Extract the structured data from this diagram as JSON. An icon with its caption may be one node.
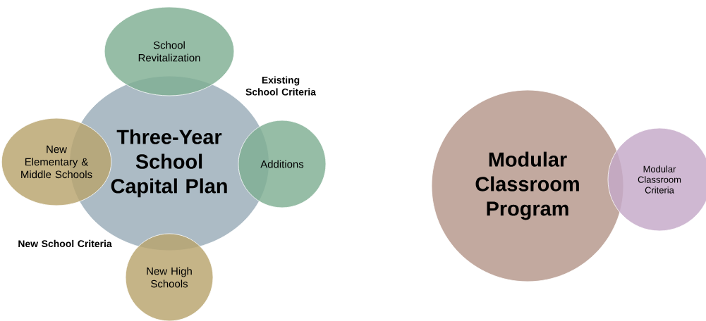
{
  "diagram": {
    "nodes": [
      {
        "text": [
          "Three-Year School Capital Plan"
        ]
      },
      {
        "text": [
          "School Revitalization"
        ]
      },
      {
        "text": [
          "Additions"
        ]
      },
      {
        "text": [
          "New Elementary & Middle Schools"
        ]
      },
      {
        "text": [
          "New High Schools"
        ]
      },
      {
        "text": [
          "Modular Classroom Program"
        ]
      },
      {
        "text": [
          "Modular Classroom Criteria"
        ]
      }
    ],
    "labels": [
      "Existing School Criteria",
      "New School Criteria"
    ]
  }
}
